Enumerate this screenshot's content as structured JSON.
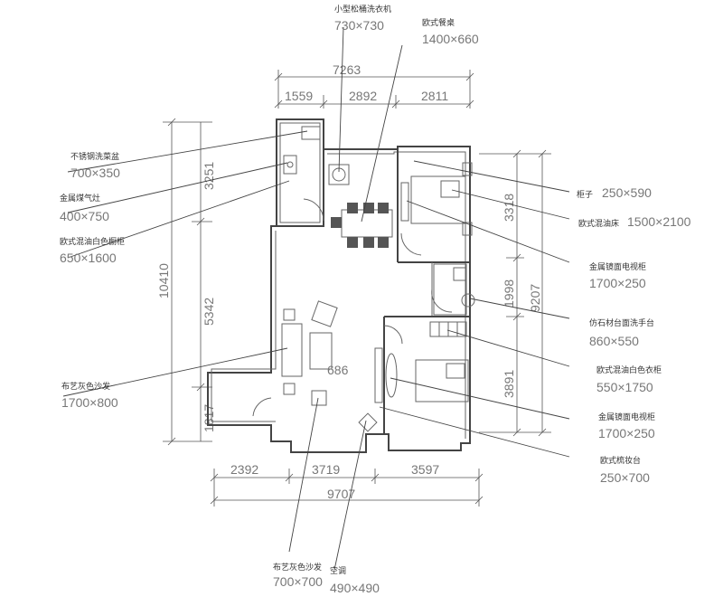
{
  "dimensions": {
    "top_total": "7263",
    "top_1": "1559",
    "top_2": "2892",
    "top_3": "2811",
    "left_total": "10410",
    "left_1": "3251",
    "left_2": "5342",
    "left_3": "1817",
    "right_total": "9207",
    "right_1": "3318",
    "right_2": "1998",
    "right_3": "3891",
    "bottom_total": "9707",
    "bottom_1": "2392",
    "bottom_2": "3719",
    "bottom_3": "3597",
    "inner_686": "686"
  },
  "labels": {
    "washer": {
      "cn": "小型松桶洗衣机",
      "size": "730×730"
    },
    "dining_table": {
      "cn": "欧式餐桌",
      "size": "1400×660"
    },
    "sink": {
      "cn": "不锈钢洗菜盆",
      "size": "700×350"
    },
    "gas_stove": {
      "cn": "金属煤气灶",
      "size": "400×750"
    },
    "cabinet": {
      "cn": "欧式混油白色橱柜",
      "size": "650×1600"
    },
    "sofa_main": {
      "cn": "布艺灰色沙发",
      "size": "1700×800"
    },
    "sofa_small": {
      "cn": "布艺灰色沙发",
      "size": "700×700"
    },
    "ac": {
      "cn": "空调",
      "size": "490×490"
    },
    "bedside": {
      "cn": "柜子",
      "size": "250×590"
    },
    "bed": {
      "cn": "欧式混油床",
      "size": "1500×2100"
    },
    "tv_cabinet_1": {
      "cn": "金属镜面电视柜",
      "size": "1700×250"
    },
    "basin": {
      "cn": "仿石材台面洗手台",
      "size": "860×550"
    },
    "wardrobe": {
      "cn": "欧式混油白色衣柜",
      "size": "550×1750"
    },
    "tv_cabinet_2": {
      "cn": "金属镜面电视柜",
      "size": "1700×250"
    },
    "window_sill": {
      "cn": "欧式梳妆台",
      "size": "250×700"
    }
  }
}
